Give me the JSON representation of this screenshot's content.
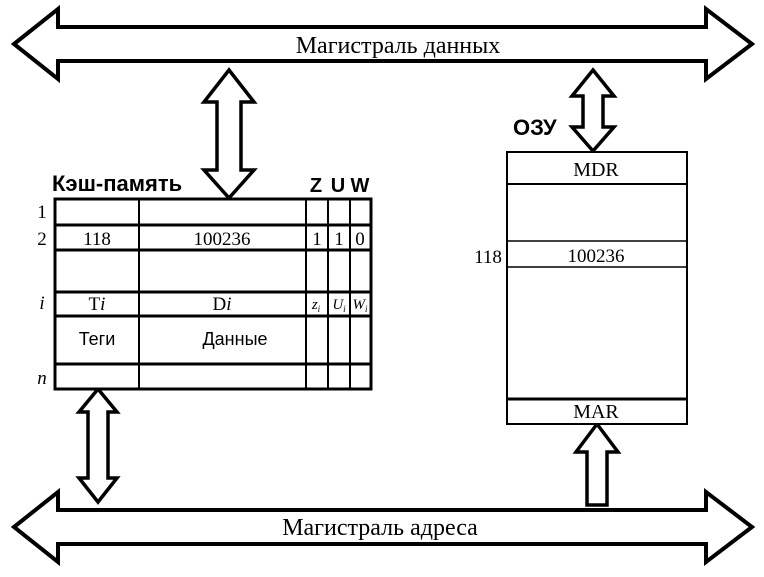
{
  "buses": {
    "data_bus": "Магистраль данных",
    "address_bus": "Магистраль адреса"
  },
  "cache": {
    "title": "Кэш-память",
    "flag_headers": [
      "Z",
      "U",
      "W"
    ],
    "row_labels": {
      "first": "1",
      "second": "2",
      "i": "i",
      "n": "n"
    },
    "row2": {
      "tag": "118",
      "data": "100236",
      "z": "1",
      "u": "1",
      "w": "0"
    },
    "rowi": {
      "tag_base": "T",
      "tag_sub": "i",
      "data_base": "D",
      "data_sub": "i",
      "z_base": "z",
      "z_sub": "i",
      "u_base": "U",
      "u_sub": "i",
      "w_base": "W",
      "w_sub": "i"
    },
    "columns": {
      "tags": "Теги",
      "data": "Данные"
    }
  },
  "ram": {
    "title": "ОЗУ",
    "mdr": "MDR",
    "mar": "MAR",
    "address": "118",
    "value": "100236"
  }
}
